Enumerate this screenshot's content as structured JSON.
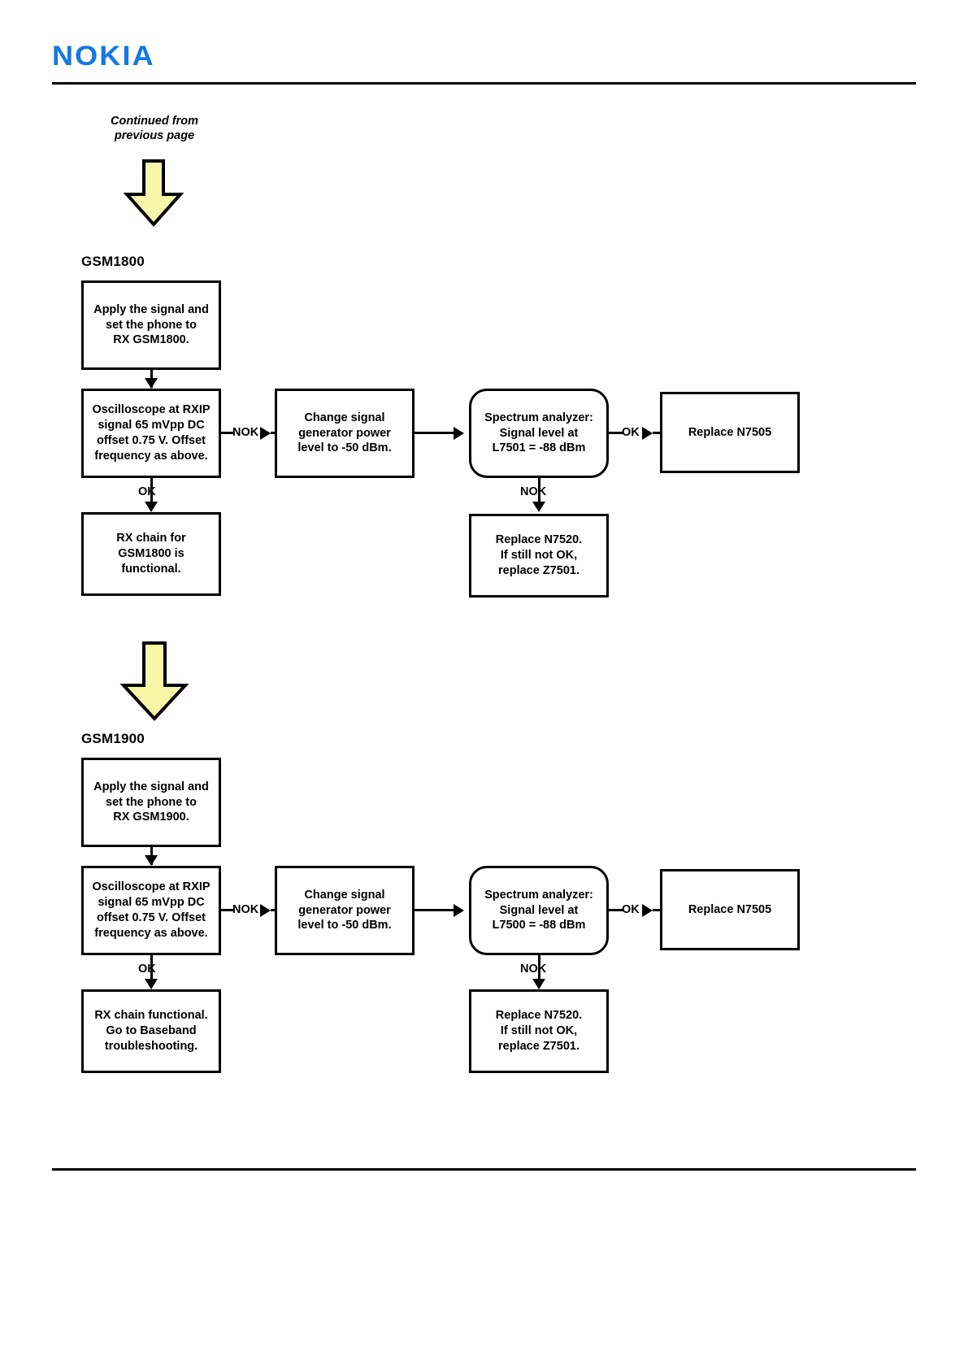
{
  "header": {
    "brand": "NOKIA",
    "brand_color": "#1378E3"
  },
  "note": {
    "continued_text": "Continued from\nprevious page"
  },
  "arrow_color": "#F7F7A8",
  "sections": [
    {
      "label": "GSM1800",
      "boxes": {
        "apply": "Apply the signal and\nset the phone to\nRX GSM1800.",
        "oscilloscope": "Oscilloscope at RXIP\nsignal 65 mVpp DC\noffset 0.75 V.  Offset\nfrequency as above.",
        "change_signal": "Change signal\ngenerator power\nlevel to -50 dBm.",
        "spectrum": "Spectrum analyzer:\nSignal level at\nL7501 = -88 dBm",
        "replace_right": "Replace N7505",
        "ok_result": "RX chain for\nGSM1800 is\nfunctional.",
        "nok_result": "Replace N7520.\nIf still not OK,\nreplace Z7501."
      },
      "edges": {
        "osc_to_change": "NOK",
        "spectrum_to_replace": "OK",
        "osc_down": "OK",
        "spectrum_down": "NOK"
      }
    },
    {
      "label": "GSM1900",
      "boxes": {
        "apply": "Apply the signal and\nset the phone to\nRX GSM1900.",
        "oscilloscope": "Oscilloscope at RXIP\nsignal 65 mVpp DC\noffset 0.75 V.  Offset\nfrequency as above.",
        "change_signal": "Change signal\ngenerator power\nlevel to -50 dBm.",
        "spectrum": "Spectrum analyzer:\nSignal level at\nL7500 = -88 dBm",
        "replace_right": "Replace N7505",
        "ok_result": "RX chain functional.\nGo to Baseband\ntroubleshooting.",
        "nok_result": "Replace N7520.\nIf still not OK,\nreplace Z7501."
      },
      "edges": {
        "osc_to_change": "NOK",
        "spectrum_to_replace": "OK",
        "osc_down": "OK",
        "spectrum_down": "NOK"
      }
    }
  ]
}
